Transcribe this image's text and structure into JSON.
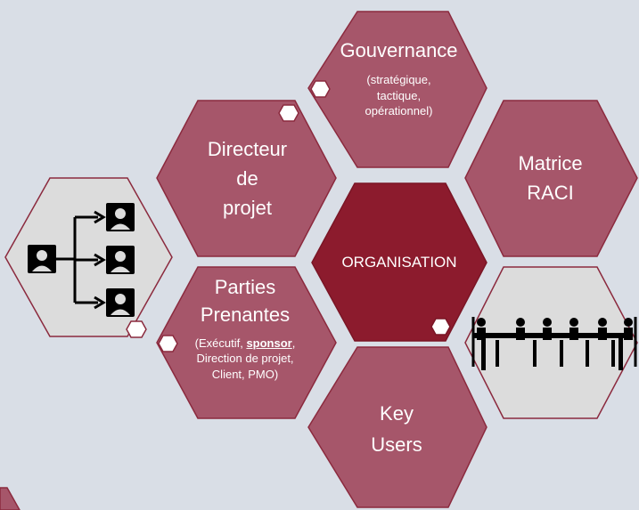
{
  "colors": {
    "background": "#d9dee6",
    "hex_fill": "#a6566a",
    "hex_stroke": "#8b2a3e",
    "center_fill": "#8c1b2d",
    "image_hex_fill": "#dcdcdc",
    "notch_fill": "#ffffff",
    "text": "#ffffff",
    "icon": "#000000"
  },
  "hexagons": {
    "gouvernance": {
      "title": "Gouvernance",
      "detail_lines": [
        "(stratégique,",
        "tactique,",
        "opérationnel)"
      ]
    },
    "directeur": {
      "lines": [
        "Directeur",
        "de",
        "projet"
      ]
    },
    "matrice": {
      "lines": [
        "Matrice",
        "RACI"
      ]
    },
    "center": {
      "label": "ORGANISATION"
    },
    "parties": {
      "title_lines": [
        "Parties",
        "Prenantes"
      ],
      "detail_prefix": "(Exécutif, ",
      "detail_emphasis": "sponsor",
      "detail_suffix": ",",
      "detail_lines": [
        "Direction de projet,",
        "Client, PMO)"
      ]
    },
    "key_users": {
      "lines": [
        "Key",
        "Users"
      ]
    },
    "org_chart_image": {
      "icon": "org-chart-icon"
    },
    "meeting_image": {
      "icon": "meeting-table-icon"
    }
  }
}
